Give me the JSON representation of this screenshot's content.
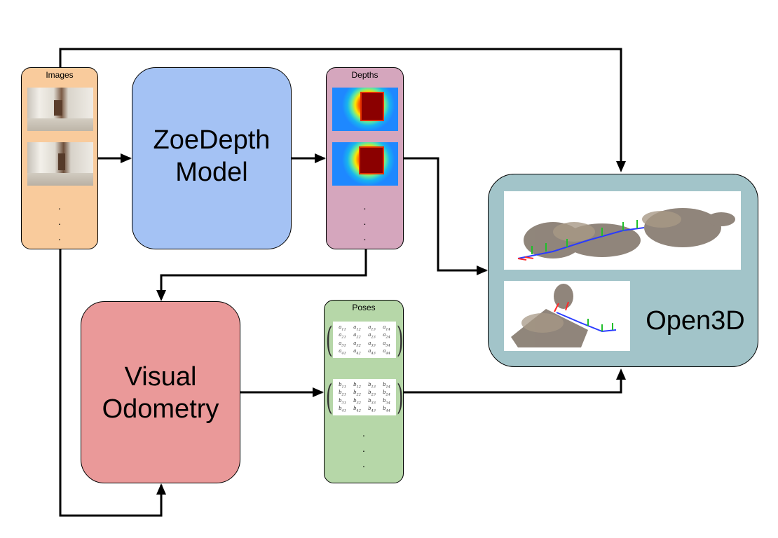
{
  "images": {
    "label": "Images",
    "dots": [
      ".",
      ".",
      "."
    ]
  },
  "zoedepth": {
    "line1": "ZoeDepth",
    "line2": "Model"
  },
  "depths": {
    "label": "Depths",
    "dots": [
      ".",
      ".",
      "."
    ]
  },
  "odometry": {
    "line1": "Visual",
    "line2": "Odometry"
  },
  "poses": {
    "label": "Poses",
    "dots": [
      ".",
      ".",
      "."
    ],
    "matrix_a": [
      "a11",
      "a12",
      "a13",
      "a14",
      "a21",
      "a22",
      "a23",
      "a24",
      "a31",
      "a32",
      "a33",
      "a34",
      "a41",
      "a42",
      "a43",
      "a44"
    ],
    "matrix_b": [
      "b11",
      "b12",
      "b13",
      "b14",
      "b21",
      "b22",
      "b23",
      "b24",
      "b31",
      "b32",
      "b33",
      "b34",
      "b41",
      "b42",
      "b43",
      "b44"
    ]
  },
  "open3d": {
    "label": "Open3D"
  },
  "colors": {
    "images_fill": "#f9cb9c",
    "zoedepth_fill": "#a4c2f4",
    "depths_fill": "#d5a6bd",
    "odometry_fill": "#ea9999",
    "poses_fill": "#b6d7a8",
    "open3d_fill": "#a2c4c9"
  }
}
